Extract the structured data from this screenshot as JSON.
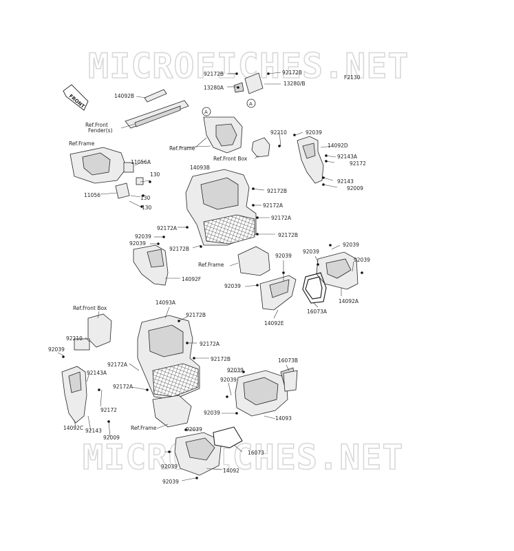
{
  "watermark": "MICROFICHES.NET",
  "figure_code": "F2130",
  "front_tag": "FRONT",
  "callouts": {
    "circle_a": "A"
  },
  "labels": {
    "p92172B_a": "92172B",
    "p92172B_b": "92172B",
    "p13280A": "13280A",
    "p13280B": "13280/B",
    "p14092B": "14092B",
    "ref_front_fender": "Ref.Front",
    "ref_front_fender2": "Fender(s)",
    "ref_frame_1": "Ref.Frame",
    "ref_frame_2": "Ref.Frame",
    "ref_front_box_1": "Ref.Front Box",
    "p92210_a": "92210",
    "p92039_a": "92039",
    "p14092D": "14092D",
    "p92143A_a": "92143A",
    "p92172_a": "92172",
    "p92143_a": "92143",
    "p92009_a": "92009",
    "p11056A": "11056A",
    "p130_a": "130",
    "p130_b": "130",
    "p130_c": "130",
    "p11056": "11056",
    "p14093B": "14093B",
    "p92172B_c": "92172B",
    "p92172A_a": "92172A",
    "p92172A_b": "92172A",
    "p92172A_c": "92172A",
    "p92172B_d": "92172B",
    "p92039_b": "92039",
    "p92039_c": "92039",
    "p92172B_e": "92172B",
    "ref_frame_3": "Ref.Frame",
    "p14092F": "14092F",
    "p92039_d": "92039",
    "p92039_e": "92039",
    "p92039_f": "92039",
    "p92039_g": "92039",
    "p14092E": "14092E",
    "p16073A": "16073A",
    "p14092A": "14092A",
    "ref_front_box_2": "Ref.Front Box",
    "p14093A": "14093A",
    "p92172B_f": "92172B",
    "p92172A_d": "92172A",
    "p92172B_g": "92172B",
    "p92172A_e": "92172A",
    "p92172A_f": "92172A",
    "p92210_b": "92210",
    "p92039_h": "92039",
    "p92143A_b": "92143A",
    "p92172_b": "92172",
    "p14092C": "14092C",
    "p92143_b": "92143",
    "p92009_b": "92009",
    "ref_frame_4": "Ref.Frame",
    "p92039_i": "92039",
    "p92039_j": "92039",
    "p16073B": "16073B",
    "p92039_k": "92039",
    "p14093": "14093",
    "p92039_l": "92039",
    "p16073": "16073",
    "p92039_m": "92039",
    "p14092": "14092",
    "p92039_n": "92039"
  }
}
